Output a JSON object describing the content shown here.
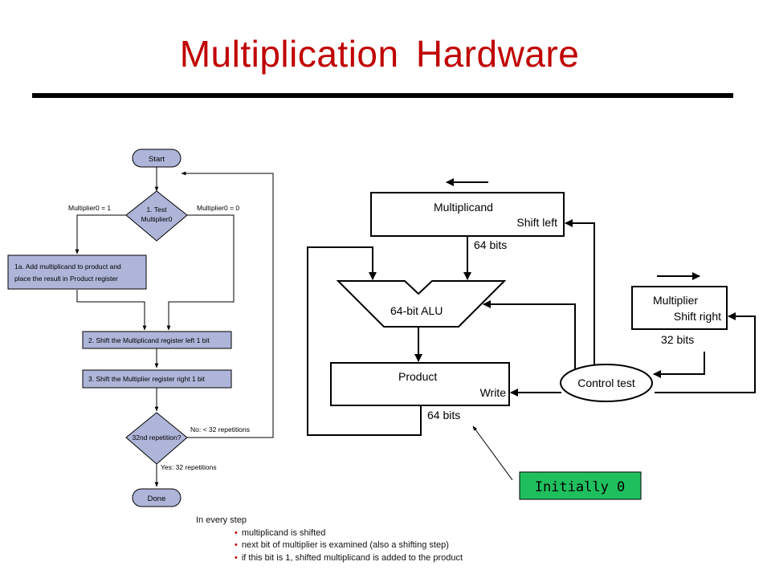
{
  "title": "Multiplication Hardware",
  "colors": {
    "title": "#c00000",
    "flow_terminal": "#aeb5d9",
    "flow_box": "#aeb5d9",
    "callout_fill": "#1fbf5e"
  },
  "flowchart": {
    "start": "Start",
    "test_line1": "1.  Test",
    "test_line2": "Multiplier0",
    "branch_yes": "Multiplier0 = 1",
    "branch_no": "Multiplier0 = 0",
    "step1a_line1": "1a.  Add multiplicand to product and",
    "step1a_line2": "place the result in Product register",
    "step2": "2.  Shift the Multiplicand register left 1 bit",
    "step3": "3.  Shift the Multiplier register right 1 bit",
    "repeat_test": "32nd repetition?",
    "repeat_no": "No: < 32 repetitions",
    "repeat_yes": "Yes: 32 repetitions",
    "done": "Done"
  },
  "hardware": {
    "multiplicand": "Multiplicand",
    "shift_left": "Shift left",
    "bits64_top": "64 bits",
    "alu": "64-bit ALU",
    "product": "Product",
    "write": "Write",
    "bits64_bottom": "64 bits",
    "multiplier": "Multiplier",
    "shift_right": "Shift right",
    "bits32": "32 bits",
    "control": "Control test",
    "initially": "Initially 0"
  },
  "notes": {
    "heading": "In every step",
    "bullets": [
      "multiplicand is shifted",
      "next bit of multiplier is examined (also a shifting step)",
      "if this bit is 1, shifted multiplicand is added to the product"
    ]
  }
}
